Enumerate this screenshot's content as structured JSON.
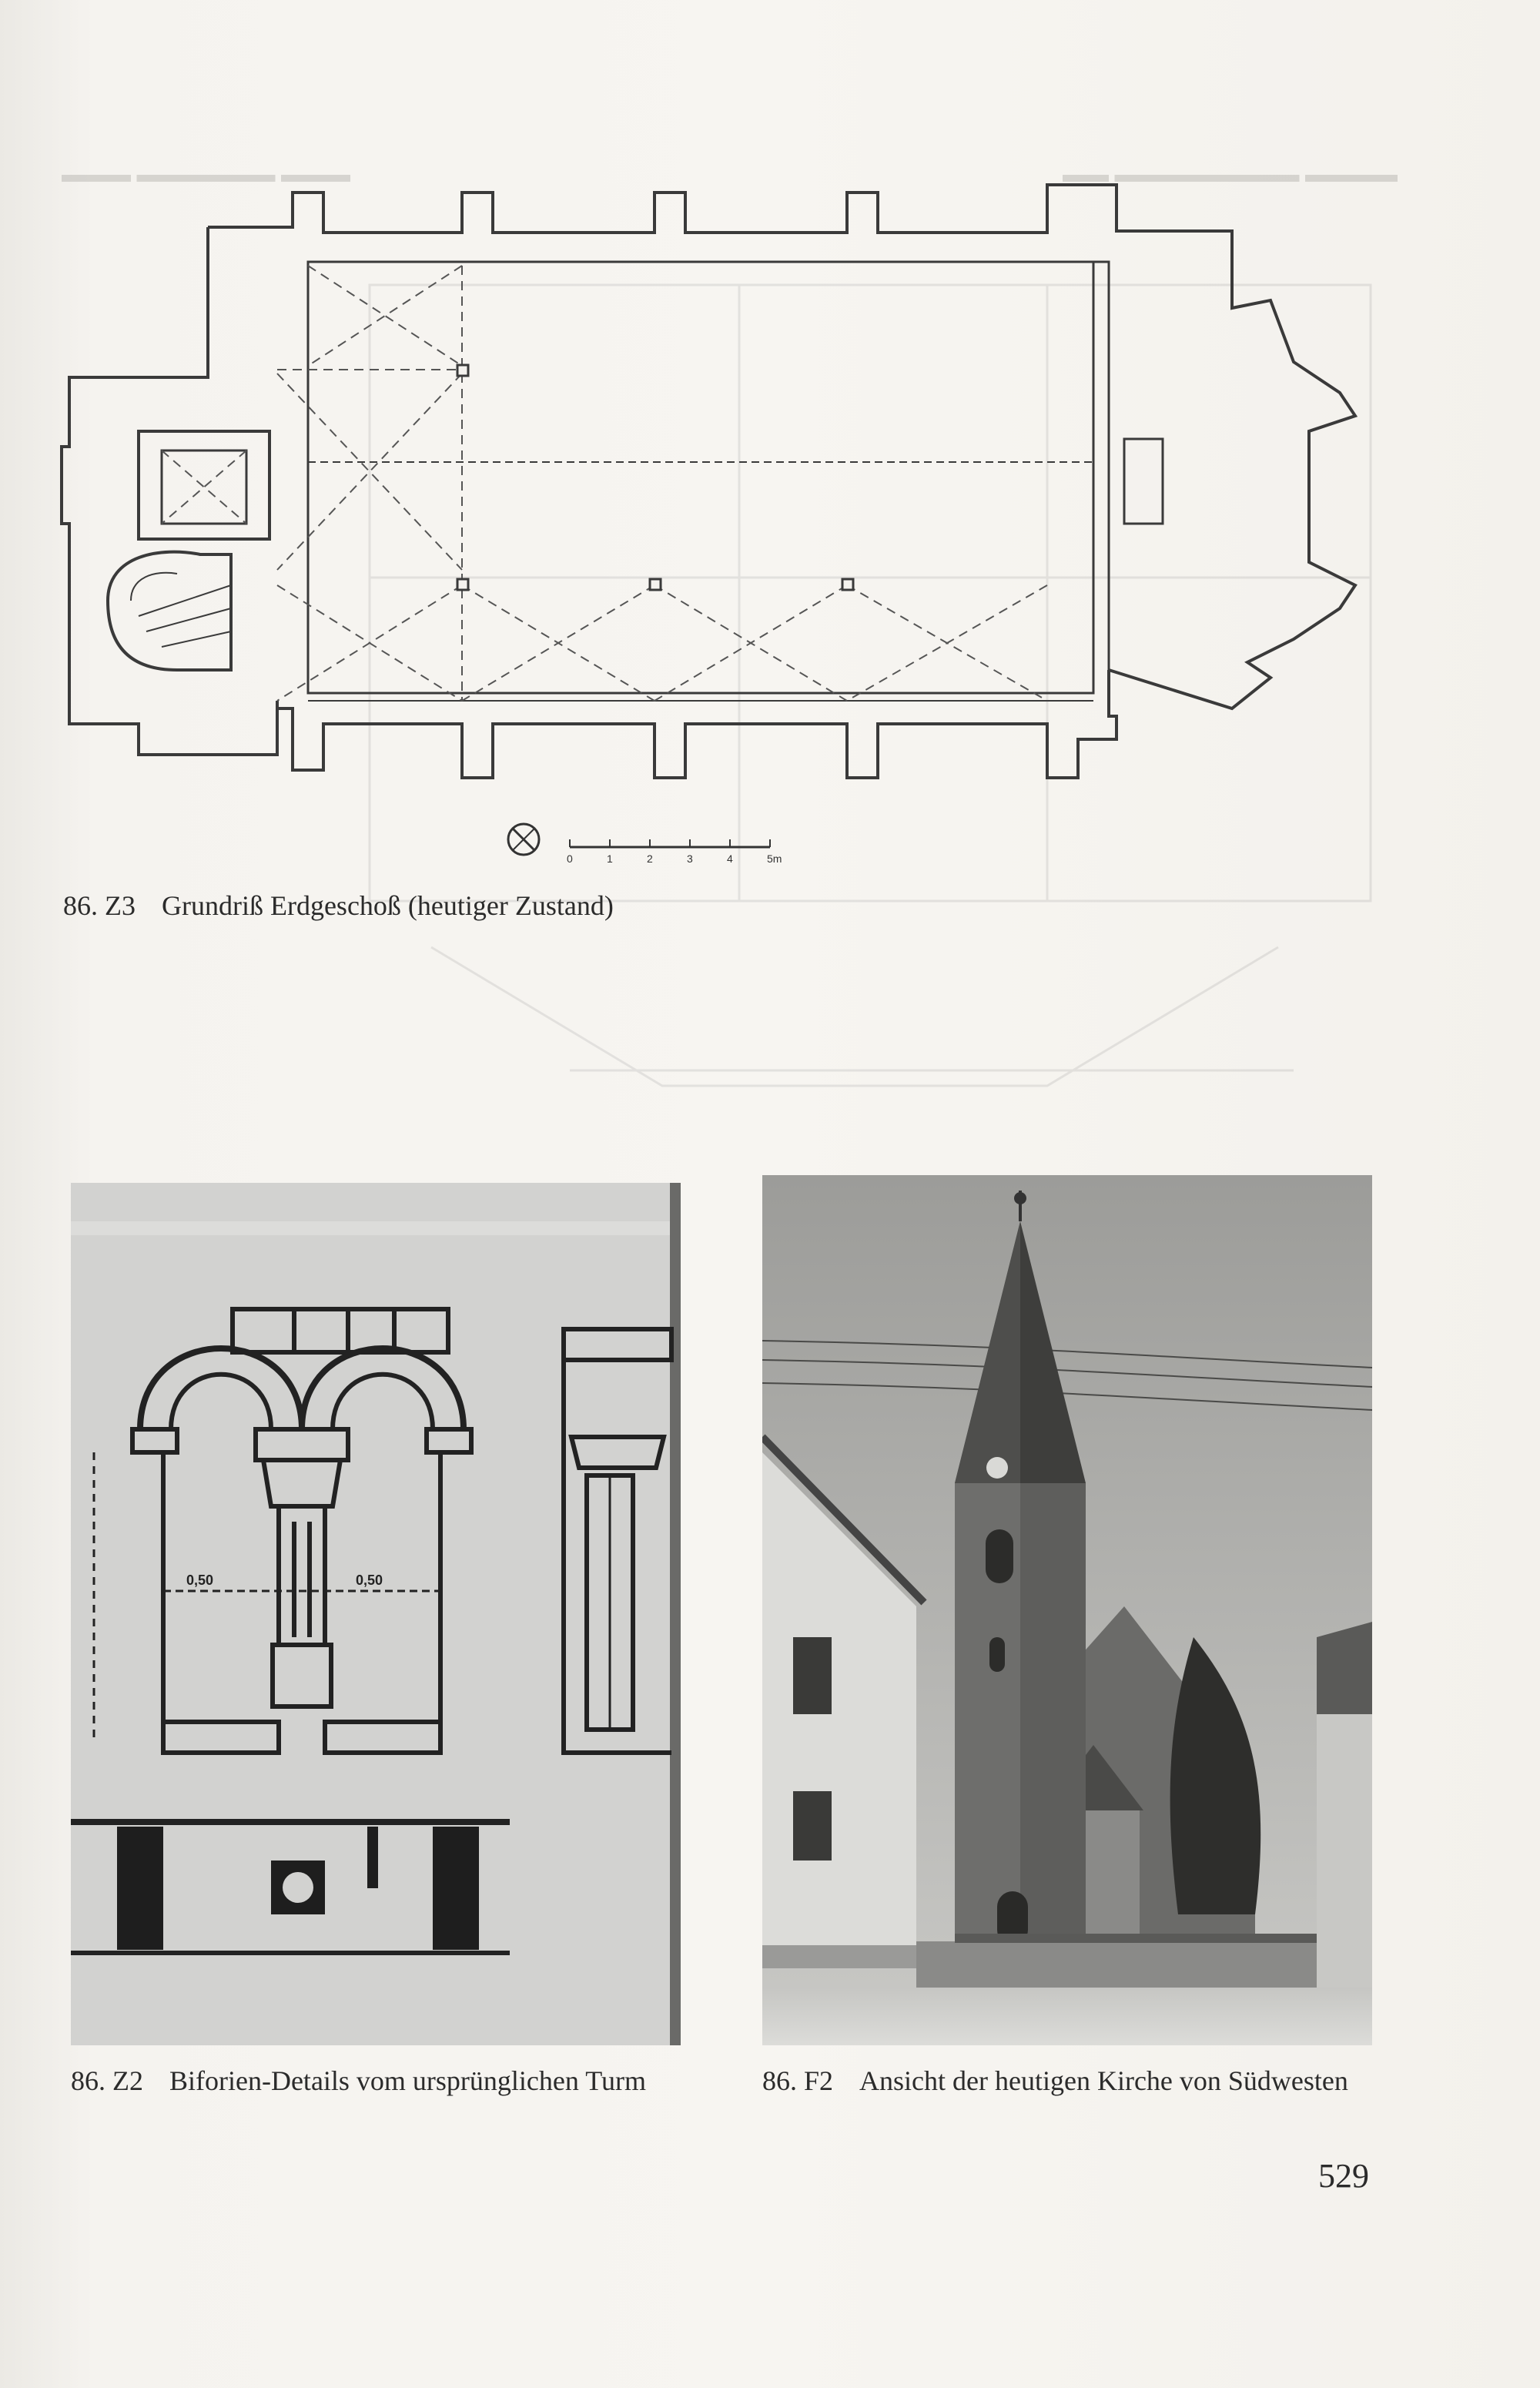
{
  "figures": {
    "plan": {
      "label": "86. Z3",
      "caption": "Grundriß Erdgeschoß (heutiger Zustand)",
      "scale_labels": [
        "0",
        "1",
        "2",
        "3",
        "4",
        "5m"
      ]
    },
    "biforium": {
      "label": "86. Z2",
      "caption": "Biforien-Details vom ursprünglichen Turm",
      "dimension_labels": [
        "0,50",
        "0,50"
      ]
    },
    "church_photo": {
      "label": "86. F2",
      "caption": "Ansicht der heutigen Kirche von Südwesten"
    }
  },
  "page_number": "529"
}
